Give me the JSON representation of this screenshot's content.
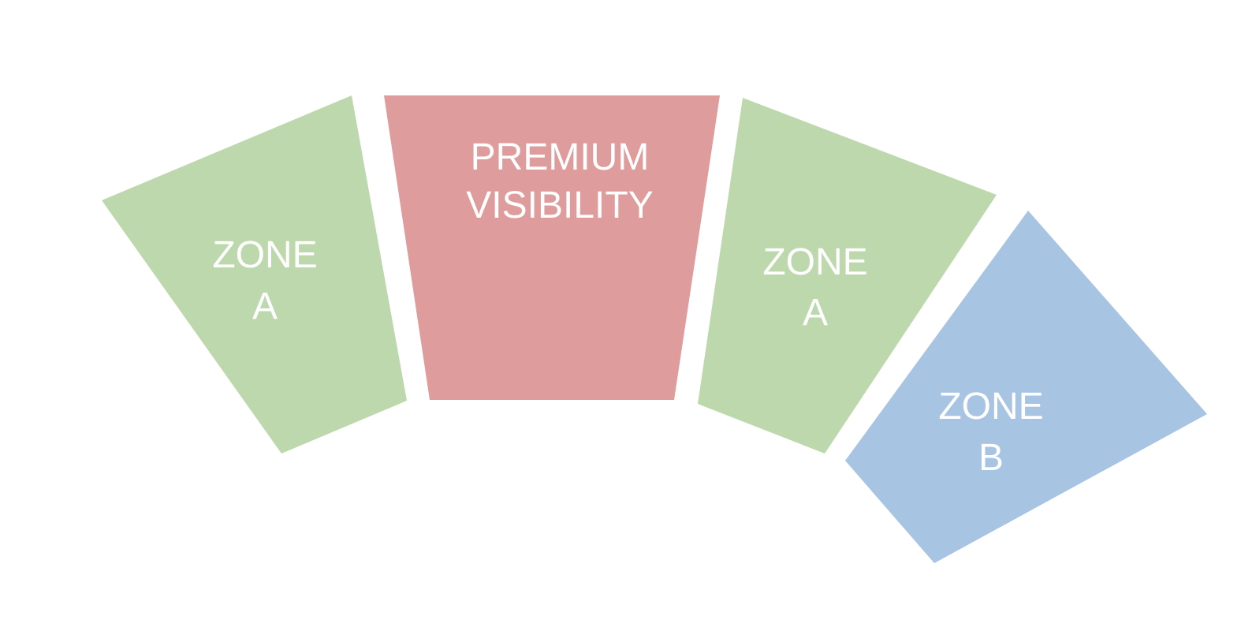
{
  "diagram": {
    "regions": [
      {
        "id": "zone-a-left",
        "line1": "ZONE",
        "line2": "A",
        "color": "#bed8ad"
      },
      {
        "id": "premium-visibility",
        "line1": "PREMIUM",
        "line2": "VISIBILITY",
        "color": "#df9c9c"
      },
      {
        "id": "zone-a-right",
        "line1": "ZONE",
        "line2": "A",
        "color": "#bed8ad"
      },
      {
        "id": "zone-b",
        "line1": "ZONE",
        "line2": "B",
        "color": "#a8c4e3"
      }
    ]
  }
}
